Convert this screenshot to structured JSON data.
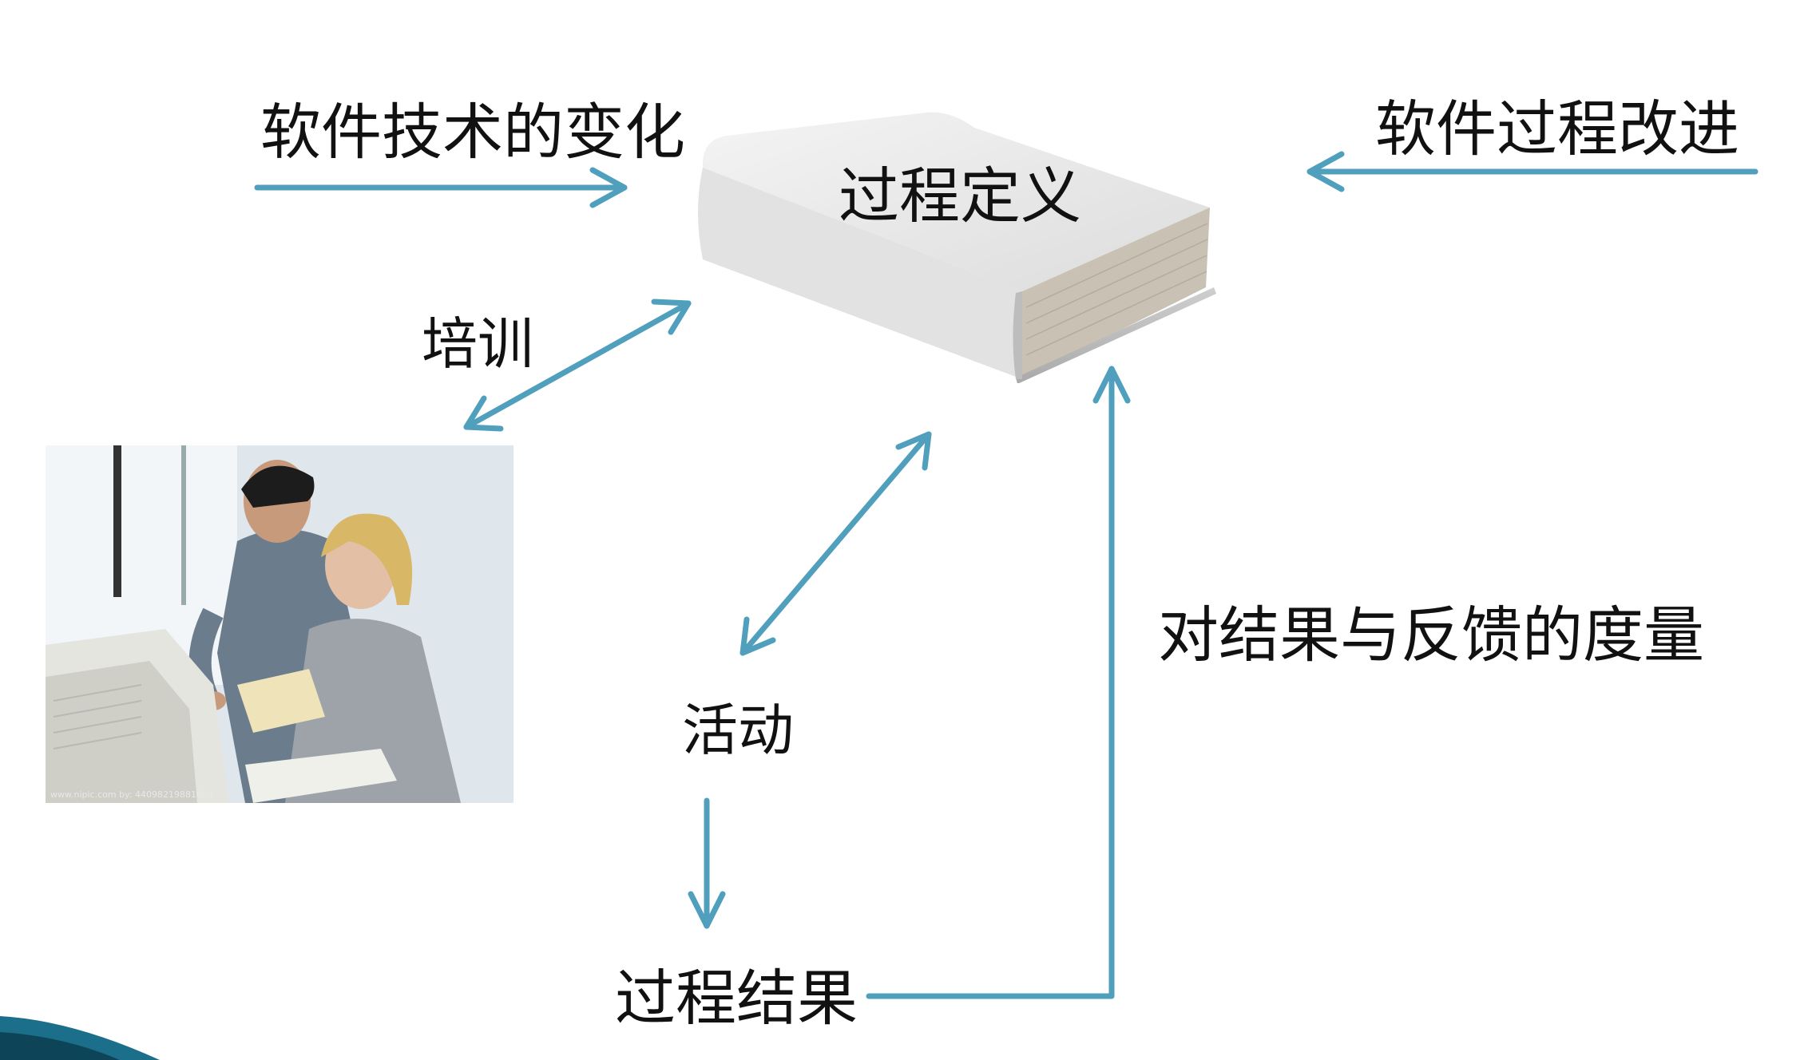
{
  "labels": {
    "tech_change": "软件技术的变化",
    "process_improvement": "软件过程改进",
    "process_definition": "过程定义",
    "training": "培训",
    "activity": "活动",
    "process_result": "过程结果",
    "measurement": "对结果与反馈的度量"
  },
  "photo": {
    "watermark": "www.nipic.com  by: 44098219881004"
  },
  "colors": {
    "arrow": "#4f9fbd",
    "text": "#111111",
    "book_cover": "#e9e9e9",
    "corner_accent": "#1c6f8a"
  }
}
